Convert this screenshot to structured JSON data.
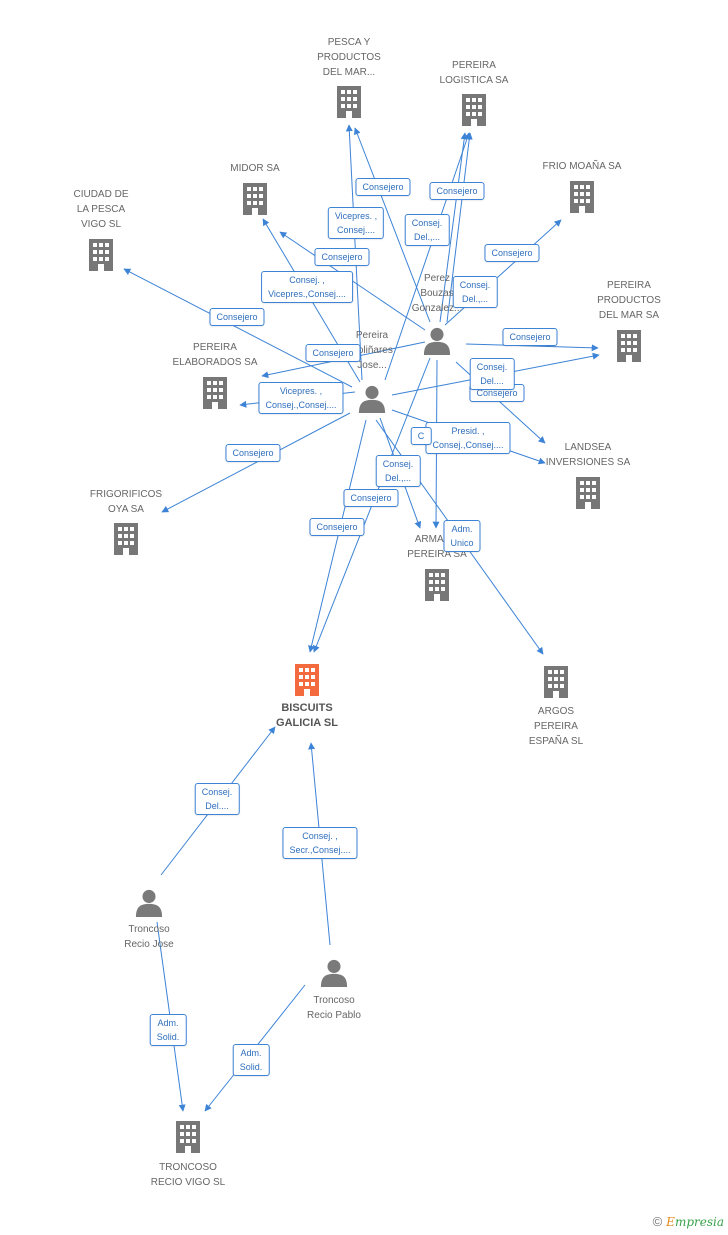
{
  "colors": {
    "edge": "#3d83d6",
    "company": "#777777",
    "main_company": "#f26a3d",
    "person": "#7a7a7a"
  },
  "companies": [
    {
      "id": "pesca",
      "lines": [
        "PESCA Y",
        "PRODUCTOS",
        "DEL MAR..."
      ]
    },
    {
      "id": "logistica",
      "lines": [
        "PEREIRA",
        "LOGISTICA SA"
      ]
    },
    {
      "id": "midor",
      "lines": [
        "MIDOR SA"
      ]
    },
    {
      "id": "frio",
      "lines": [
        "FRIO MOAÑA SA"
      ]
    },
    {
      "id": "ciudad",
      "lines": [
        "CIUDAD DE",
        "LA PESCA",
        "VIGO SL"
      ]
    },
    {
      "id": "productos",
      "lines": [
        "PEREIRA",
        "PRODUCTOS",
        "DEL MAR SA"
      ]
    },
    {
      "id": "elaborados",
      "lines": [
        "PEREIRA",
        "ELABORADOS SA"
      ]
    },
    {
      "id": "landsea",
      "lines": [
        "LANDSEA",
        "INVERSIONES SA"
      ]
    },
    {
      "id": "frigorificos",
      "lines": [
        "FRIGORIFICOS",
        "OYA SA"
      ]
    },
    {
      "id": "armadora",
      "lines": [
        "ARMAD...",
        "PEREIRA SA"
      ]
    },
    {
      "id": "biscuits",
      "lines": [
        "BISCUITS",
        "GALICIA SL"
      ],
      "main": true
    },
    {
      "id": "argos",
      "lines": [
        "ARGOS",
        "PEREIRA",
        "ESPAÑA SL"
      ]
    },
    {
      "id": "troncoso_sl",
      "lines": [
        "TRONCOSO",
        "RECIO VIGO SL"
      ]
    }
  ],
  "persons": [
    {
      "id": "perez",
      "lines": [
        "Perez",
        "Bouzas",
        "Gonzalez..."
      ]
    },
    {
      "id": "pereira_jose",
      "lines": [
        "Pereira",
        "Soliñares",
        "Jose..."
      ]
    },
    {
      "id": "recio_jose",
      "lines": [
        "Troncoso",
        "Recio Jose"
      ]
    },
    {
      "id": "recio_pablo",
      "lines": [
        "Troncoso",
        "Recio Pablo"
      ]
    }
  ],
  "edges": [
    {
      "from": "pereira_jose",
      "to": "pesca",
      "label": [
        "Consejero"
      ]
    },
    {
      "from": "pereira_jose",
      "to": "logistica",
      "label": [
        "Consejero"
      ]
    },
    {
      "from": "pereira_jose",
      "to": "midor",
      "label": [
        "Consejero"
      ]
    },
    {
      "from": "pereira_jose",
      "to": "ciudad",
      "label": [
        "Consejero"
      ]
    },
    {
      "from": "pereira_jose",
      "to": "elaborados",
      "label": [
        "Vicepres. ,",
        "Consej.,Consej...."
      ]
    },
    {
      "from": "pereira_jose",
      "to": "frigorificos",
      "label": [
        "Consejero"
      ]
    },
    {
      "from": "pereira_jose",
      "to": "productos",
      "label": [
        "Consejero"
      ]
    },
    {
      "from": "pereira_jose",
      "to": "landsea",
      "label": [
        "Presid. ,",
        "Consej.,Consej...."
      ]
    },
    {
      "from": "pereira_jose",
      "to": "armadora",
      "label": [
        "Consej.",
        "Del.,..."
      ]
    },
    {
      "from": "pereira_jose",
      "to": "argos",
      "label": [
        "Adm.",
        "Unico"
      ]
    },
    {
      "from": "pereira_jose",
      "to": "biscuits",
      "label": [
        "Consejero"
      ]
    },
    {
      "from": "perez",
      "to": "pesca",
      "label": [
        "Vicepres. ,",
        "Consej...."
      ]
    },
    {
      "from": "perez",
      "to": "logistica",
      "label": [
        "Consej.",
        "Del.,..."
      ]
    },
    {
      "from": "perez",
      "to": "midor",
      "label": [
        "Consej. ,",
        "Vicepres.,Consej...."
      ]
    },
    {
      "from": "perez",
      "to": "frio",
      "label": [
        "Consejero"
      ]
    },
    {
      "from": "perez",
      "to": "elaborados",
      "label": [
        "Consejero"
      ]
    },
    {
      "from": "perez",
      "to": "productos",
      "label": [
        "Consejero"
      ]
    },
    {
      "from": "perez",
      "to": "landsea",
      "label": [
        "Consej.",
        "Del...."
      ]
    },
    {
      "from": "perez",
      "to": "armadora",
      "label": [
        "C"
      ]
    },
    {
      "from": "perez",
      "to": "biscuits",
      "label": [
        "Consejero"
      ]
    },
    {
      "from": "perez",
      "to": "logistica_b",
      "label": [
        "Consej.",
        "Del.,..."
      ]
    },
    {
      "from": "recio_jose",
      "to": "biscuits",
      "label": [
        "Consej.",
        "Del...."
      ]
    },
    {
      "from": "recio_pablo",
      "to": "biscuits",
      "label": [
        "Consej. ,",
        "Secr.,Consej...."
      ]
    },
    {
      "from": "recio_jose",
      "to": "troncoso_sl",
      "label": [
        "Adm.",
        "Solid."
      ]
    },
    {
      "from": "recio_pablo",
      "to": "troncoso_sl",
      "label": [
        "Adm.",
        "Solid."
      ]
    }
  ],
  "footer": {
    "copyright": "©",
    "brand_first": "E",
    "brand_rest": "mpresia"
  }
}
